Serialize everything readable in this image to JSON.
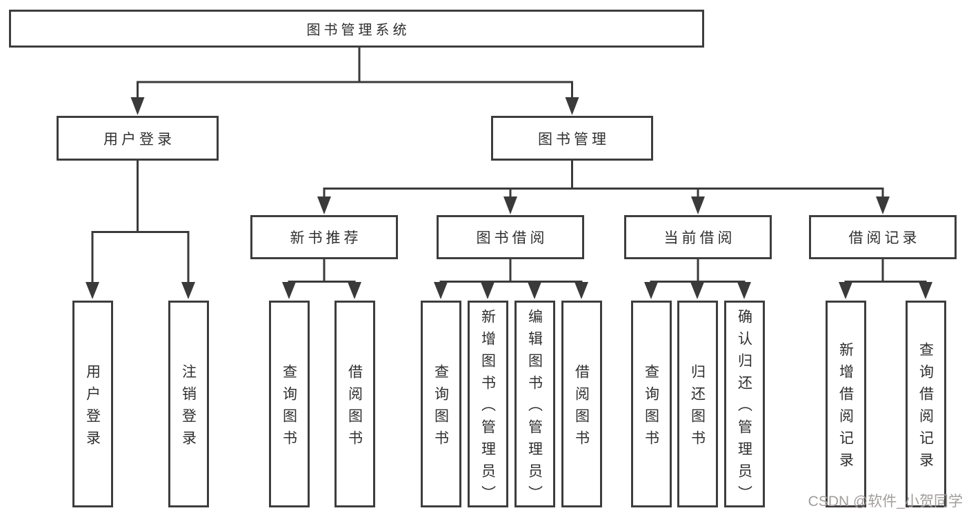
{
  "tree": {
    "root": {
      "label": "图书管理系统"
    },
    "level2": [
      {
        "label": "用户登录"
      },
      {
        "label": "图书管理"
      }
    ],
    "level3": [
      {
        "label": "新书推荐"
      },
      {
        "label": "图书借阅"
      },
      {
        "label": "当前借阅"
      },
      {
        "label": "借阅记录"
      }
    ],
    "leaves": {
      "user_login": [
        "用户登录",
        "注销登录"
      ],
      "new_book_rec": [
        "查询图书",
        "借阅图书"
      ],
      "book_borrow": [
        "查询图书",
        "新增图书（管理员）",
        "编辑图书（管理员）",
        "借阅图书"
      ],
      "current_borrow": [
        "查询图书",
        "归还图书",
        "确认归还（管理员）"
      ],
      "borrow_records": [
        "新增借阅记录",
        "查询借阅记录"
      ]
    }
  },
  "watermark": {
    "text": "CSDN @软件_小贺同学"
  },
  "colors": {
    "line": "#3a3a3a",
    "border": "#3d3d3d",
    "text": "#2f2f2f",
    "background": "#ffffff",
    "watermark": "#a39c9c"
  }
}
